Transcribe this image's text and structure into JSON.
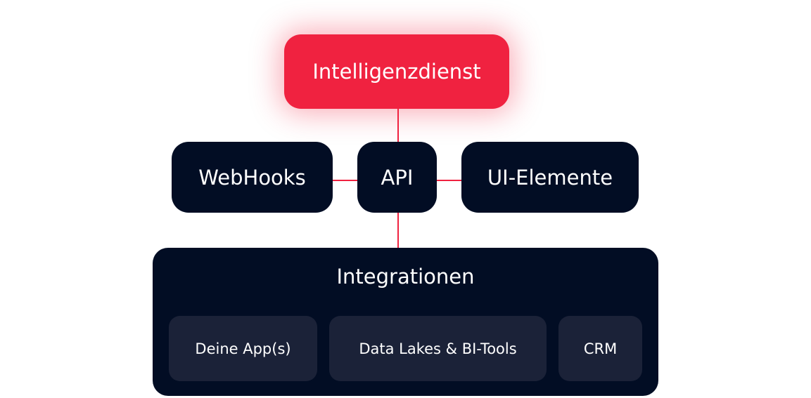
{
  "nodes": {
    "top": "Intelligenzdienst",
    "webhooks": "WebHooks",
    "api": "API",
    "ui_elements": "UI-Elemente"
  },
  "integrations": {
    "title": "Integrationen",
    "items": [
      "Deine App(s)",
      "Data Lakes & BI-Tools",
      "CRM"
    ]
  },
  "colors": {
    "accent": "#f02240",
    "dark": "#020d24",
    "sub_box": "#1b2238"
  }
}
